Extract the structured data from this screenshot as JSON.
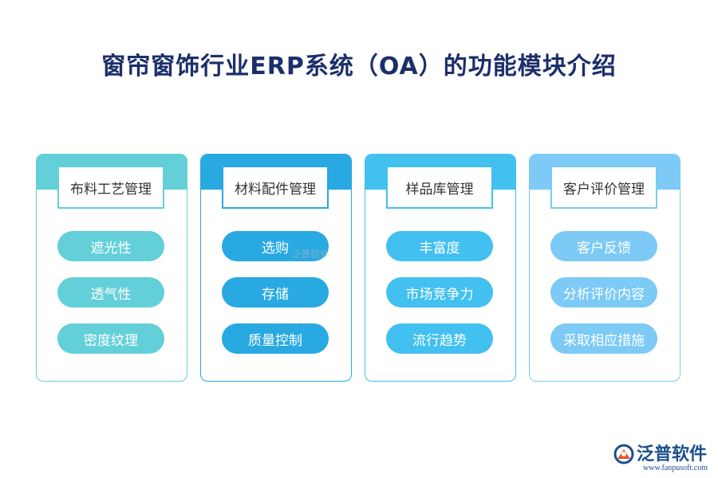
{
  "title": "窗帘窗饰行业ERP系统（OA）的功能模块介绍",
  "columns": [
    {
      "header": "布料工艺管理",
      "items": [
        "遮光性",
        "透气性",
        "密度纹理"
      ],
      "color": "#63cfd9"
    },
    {
      "header": "材料配件管理",
      "items": [
        "选购",
        "存储",
        "质量控制"
      ],
      "color": "#28a9e2"
    },
    {
      "header": "样品库管理",
      "items": [
        "丰富度",
        "市场竞争力",
        "流行趋势"
      ],
      "color": "#42c0f0"
    },
    {
      "header": "客户评价管理",
      "items": [
        "客户反馈",
        "分析评价内容",
        "采取相应措施"
      ],
      "color": "#7ccaf5"
    }
  ],
  "watermark": "泛普软件",
  "logo": {
    "name": "泛普软件",
    "url": "www.fanpusoft.com",
    "icon": "fanpu-logo-icon"
  }
}
